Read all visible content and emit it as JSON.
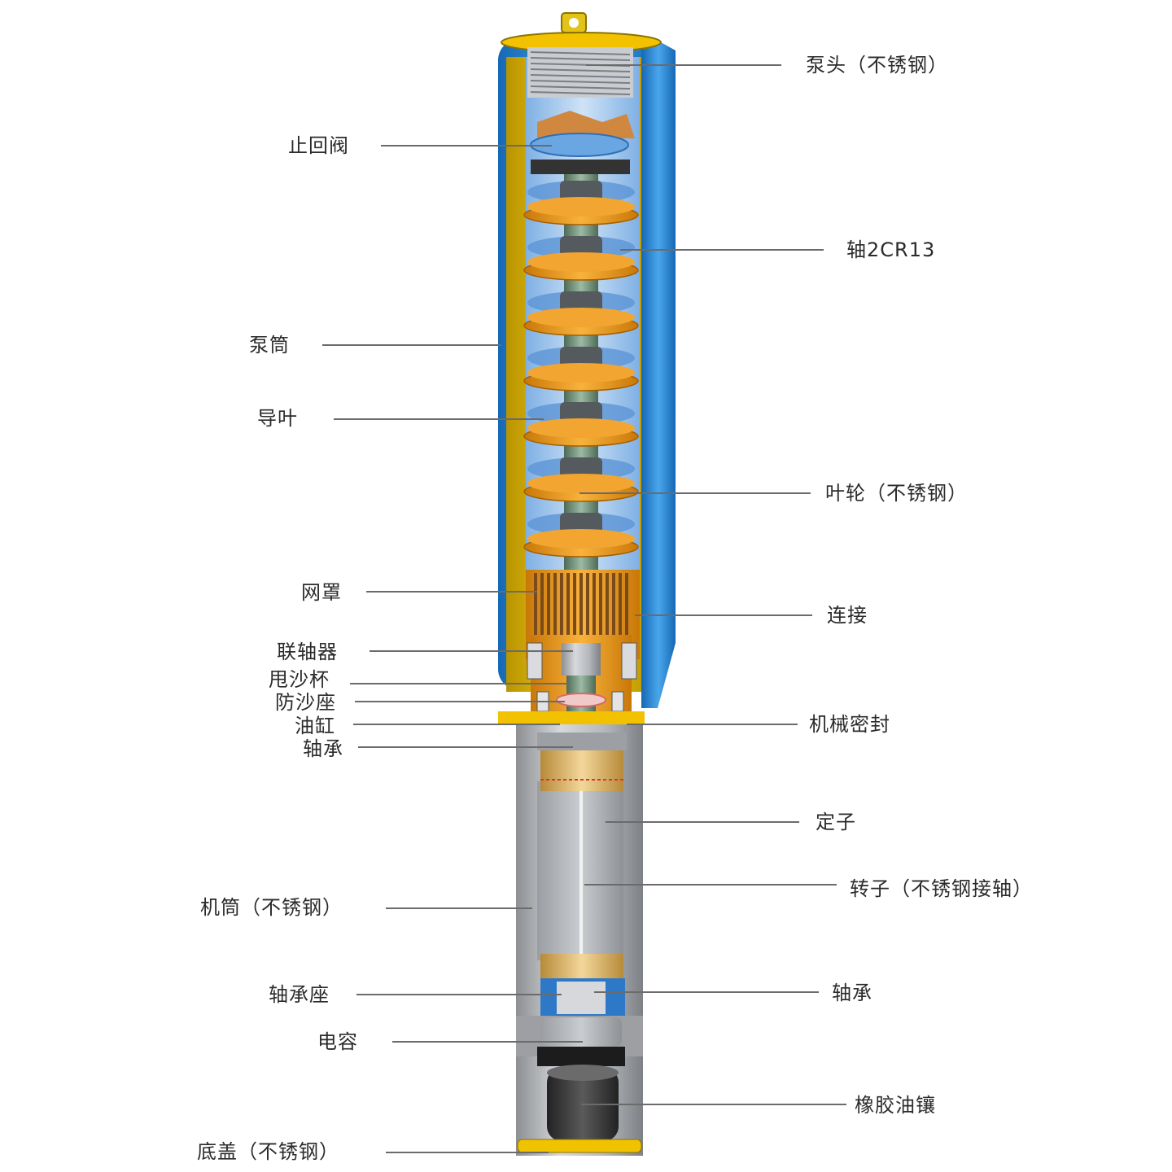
{
  "colors": {
    "pump_shell": "#f2c200",
    "pump_blue": "#1e82d0",
    "water": "#9fc6ee",
    "impeller": "#e99a1e",
    "shaft": "#6f8f78",
    "motor_gray": "#a9acb0",
    "coupling_orange": "#ee9a22",
    "leader": "#707070",
    "text": "#2b2b2b"
  },
  "labels": {
    "right": [
      "泵头（不锈钢）",
      "轴2CR13",
      "叶轮（不锈钢）",
      "连接",
      "机械密封",
      "定子",
      "转子（不锈钢接轴）",
      "轴承",
      "橡胶油镶"
    ],
    "left": [
      "止回阀",
      "泵筒",
      "导叶",
      "网罩",
      "联轴器",
      "甩沙杯",
      "防沙座",
      "油缸",
      "轴承",
      "机筒（不锈钢）",
      "轴承座",
      "电容",
      "底盖（不锈钢）"
    ]
  }
}
